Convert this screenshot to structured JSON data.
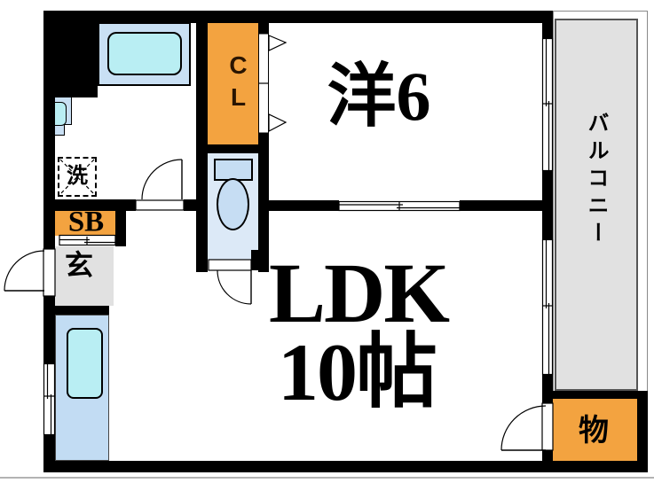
{
  "plan": {
    "type": "apartment-floorplan",
    "labels": {
      "western_room": "洋6",
      "ldk_line1": "LDK",
      "ldk_line2": "10帖",
      "balcony": "バルコニー",
      "closet": "CL",
      "shoe_box": "SB",
      "entrance": "玄",
      "washer": "洗",
      "storage": "物"
    },
    "colors": {
      "wall": "#000000",
      "accent_orange": "#F3A340",
      "floor_gray": "#E1E1E1",
      "fixture_blue": "#C9E0F4",
      "water_cyan": "#B9EEF3",
      "toilet_room_blue": "#DCE9F7",
      "kitchen_blue": "#C2DCF3"
    }
  }
}
